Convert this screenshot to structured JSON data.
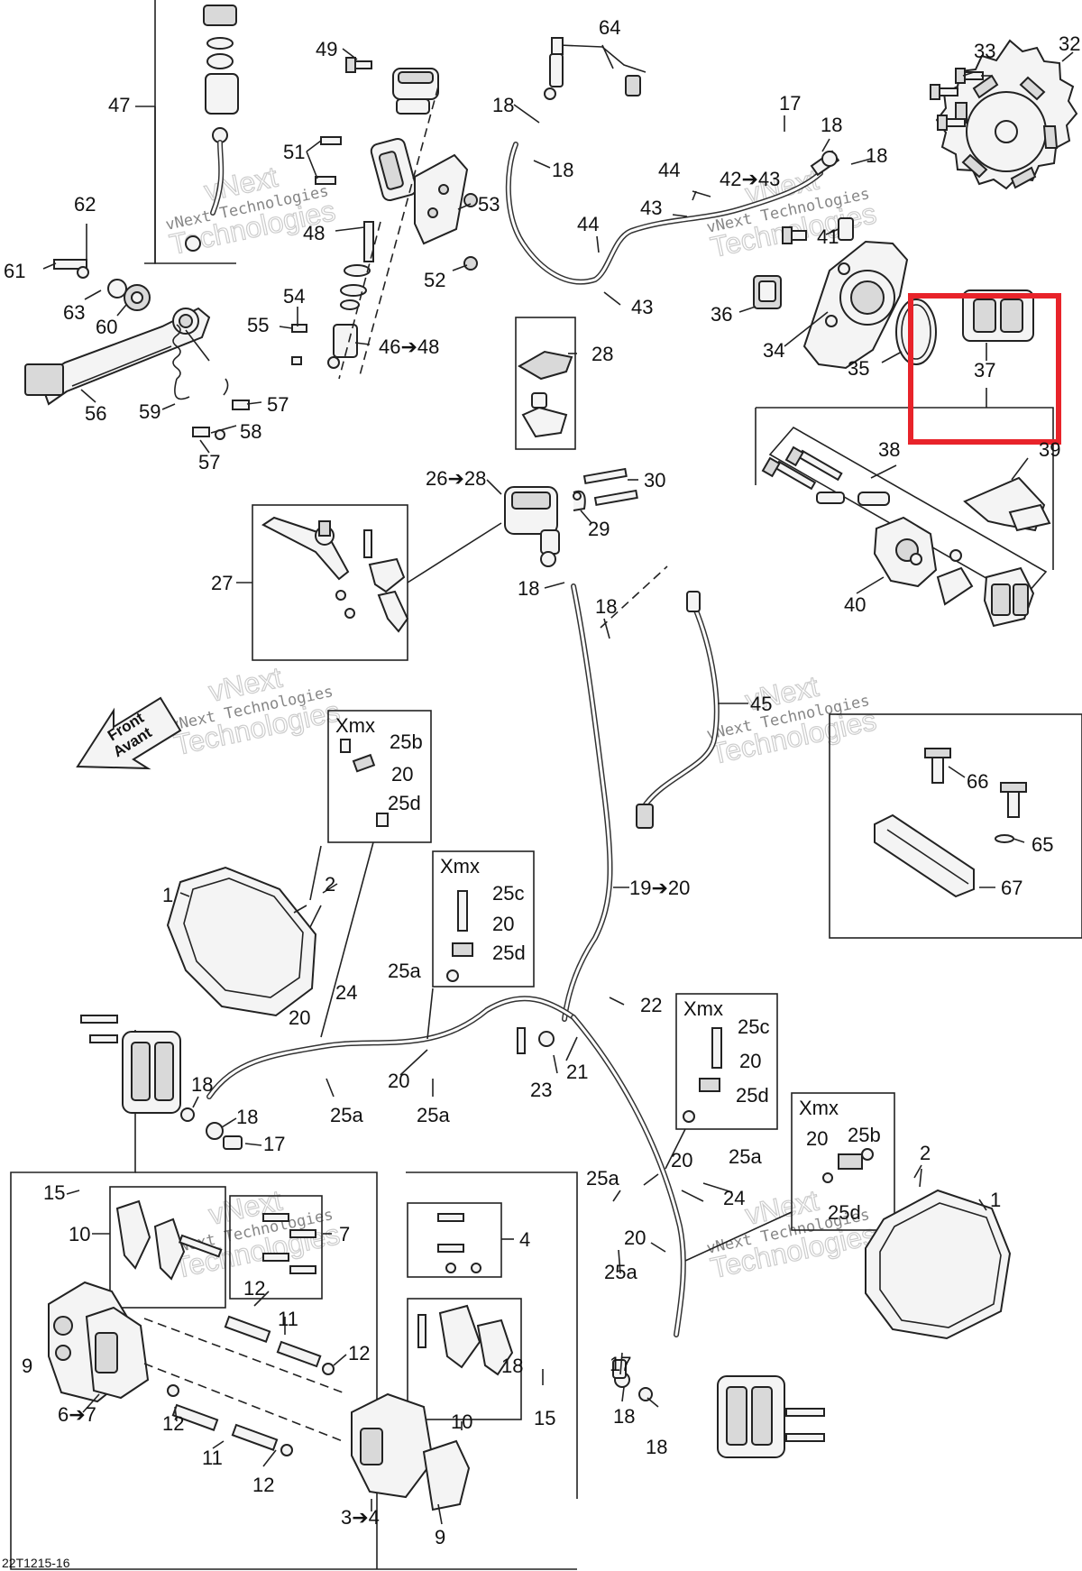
{
  "callouts": {
    "c1a": "1",
    "c1b": "1",
    "c2a": "2",
    "c2b": "2",
    "c3": "3➔4",
    "c4": "4",
    "c6": "6➔7",
    "c7": "7",
    "c9a": "9",
    "c9b": "9",
    "c10a": "10",
    "c10b": "10",
    "c11a": "11",
    "c11b": "11",
    "c12a": "12",
    "c12b": "12",
    "c12c": "12",
    "c12d": "12",
    "c15a": "15",
    "c15b": "15",
    "c17a": "17",
    "c17b": "17",
    "c17c": "17",
    "c18a": "18",
    "c18b": "18",
    "c18c": "18",
    "c18d": "18",
    "c18e": "18",
    "c18f": "18",
    "c18g": "18",
    "c18h": "18",
    "c18i": "18",
    "c18j": "18",
    "c18k": "18",
    "c19": "19➔20",
    "c20a": "20",
    "c20b": "20",
    "c20c": "20",
    "c20d": "20",
    "c20e": "20",
    "c20f": "20",
    "c20g": "20",
    "c20h": "20",
    "c21": "21",
    "c22": "22",
    "c23": "23",
    "c24a": "24",
    "c24b": "24",
    "c25aa": "25a",
    "c25ab": "25a",
    "c25ac": "25a",
    "c25ad": "25a",
    "c25ae": "25a",
    "c25af": "25a",
    "c25ba": "25b",
    "c25bb": "25b",
    "c25ca": "25c",
    "c25cb": "25c",
    "c25da": "25d",
    "c25db": "25d",
    "c25dc": "25d",
    "c25dd": "25d",
    "c26": "26➔28",
    "c27": "27",
    "c28": "28",
    "c29": "29",
    "c30": "30",
    "c32": "32",
    "c33": "33",
    "c34": "34",
    "c35": "35",
    "c36": "36",
    "c37": "37",
    "c38": "38",
    "c39": "39",
    "c40": "40",
    "c41": "41",
    "c42": "42➔43",
    "c43a": "43",
    "c43b": "43",
    "c44a": "44",
    "c44b": "44",
    "c45": "45",
    "c46": "46➔48",
    "c47": "47",
    "c48": "48",
    "c49": "49",
    "c51": "51",
    "c52": "52",
    "c53": "53",
    "c54": "54",
    "c55": "55",
    "c56": "56",
    "c57a": "57",
    "c57b": "57",
    "c58": "58",
    "c59": "59",
    "c60": "60",
    "c61": "61",
    "c62": "62",
    "c63": "63",
    "c64": "64",
    "c65": "65",
    "c66": "66",
    "c67": "67"
  },
  "xmx_label": "Xmx",
  "front_label_1": "Front",
  "front_label_2": "Avant",
  "watermark_line1": "vNext",
  "watermark_line2": "vNext Technologies",
  "watermark_line3": "Technologies",
  "diagram_code": "22T1215-16",
  "highlight_color": "#e8232a"
}
